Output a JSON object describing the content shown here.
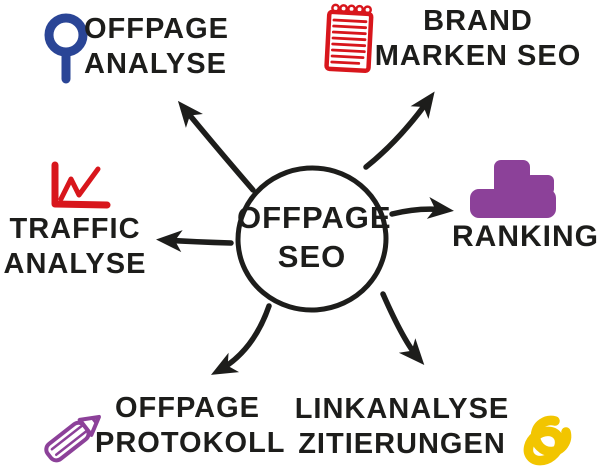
{
  "title": "Offpage SEO mind map",
  "colors": {
    "ink": "#1d1d1b",
    "blue": "#2a4596",
    "red": "#d8161c",
    "purple": "#8c4199",
    "yellow": "#f2c500",
    "background": "#ffffff"
  },
  "center": {
    "line1": "OFFPAGE",
    "line2": "SEO"
  },
  "nodes": {
    "offpage_analyse": {
      "line1": "OFFPAGE",
      "line2": "ANALYSE",
      "icon": "magnifier-icon"
    },
    "brand": {
      "line1": "BRAND",
      "line2": "MARKEN SEO",
      "icon": "notepad-icon"
    },
    "traffic": {
      "line1": "TRAFFIC",
      "line2": "ANALYSE",
      "icon": "line-chart-icon"
    },
    "ranking": {
      "line1": "RANKING",
      "icon": "podium-icon"
    },
    "protokoll": {
      "line1": "OFFPAGE",
      "line2": "PROTOKOLL",
      "icon": "pencil-icon"
    },
    "linkanalyse": {
      "line1": "LINKANALYSE",
      "line2": "ZITIERUNGEN",
      "icon": "chain-link-icon"
    }
  }
}
